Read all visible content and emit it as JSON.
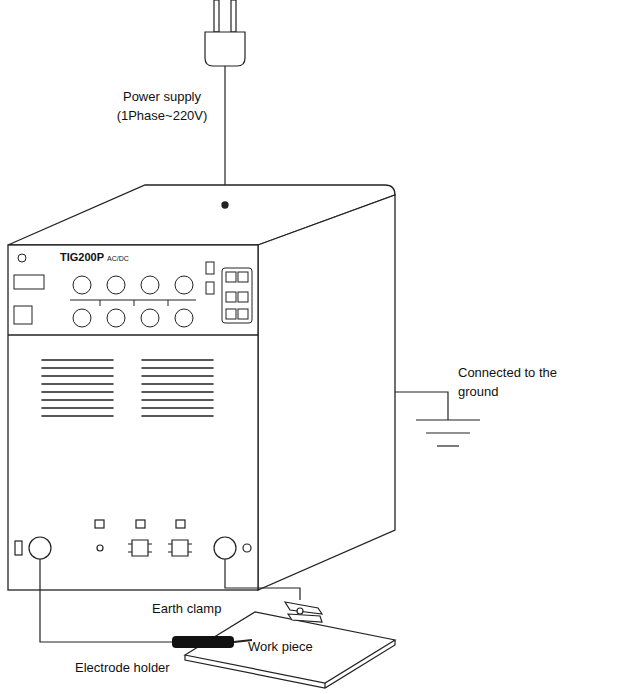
{
  "diagram": {
    "labels": [
      "Power supply (1Phase~220V)",
      "TIG200P",
      "AC/DC",
      "Connected to the ground",
      "Earth clamp",
      "Work piece",
      "Electrode holder"
    ]
  }
}
